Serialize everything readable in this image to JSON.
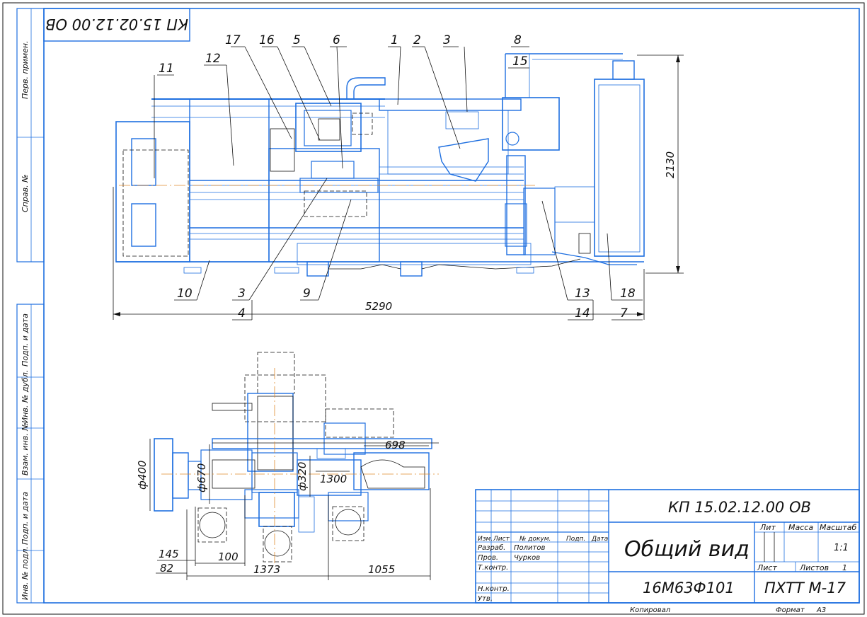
{
  "drawing": {
    "stamp_top": "КП 15.02.12.00 ОВ",
    "side_fields": [
      "Перв. примен.",
      "Справ. №",
      "Подп. и дата",
      "Инв. № дубл.",
      "Взам. инв. №",
      "Подп. и дата",
      "Инв. № подл."
    ],
    "callouts_top": [
      "17",
      "16",
      "5",
      "6",
      "1",
      "2",
      "3",
      "8",
      "15",
      "11",
      "12"
    ],
    "callouts_bottom": [
      "10",
      "3",
      "4",
      "9",
      "13",
      "14",
      "18",
      "7"
    ],
    "dimensions_main": {
      "length": "5290",
      "height": "2130"
    },
    "dimensions_plan": [
      "ф400",
      "ф670",
      "ф320",
      "1300",
      "698",
      "145",
      "82",
      "100",
      "1373",
      "1055"
    ]
  },
  "title_block": {
    "doc_number": "КП 15.02.12.00 ОВ",
    "title": "Общий вид",
    "model": "16М63Ф101",
    "org": "ПХТТ М-17",
    "col_lit": "Лит",
    "col_mass": "Масса",
    "col_scale": "Масштаб",
    "scale": "1:1",
    "sheet_label": "Лист",
    "sheets_label": "Листов",
    "sheets_value": "1",
    "head_row": [
      "Изм.",
      "Лист",
      "№ докум.",
      "Подп.",
      "Дата"
    ],
    "roles": [
      "Разраб.",
      "Пров.",
      "Т.контр.",
      "Н.контр.",
      "Утв."
    ],
    "names": [
      "Политов",
      "Чурков"
    ],
    "copied": "Копировал",
    "format_label": "Формат",
    "format_value": "А3"
  }
}
